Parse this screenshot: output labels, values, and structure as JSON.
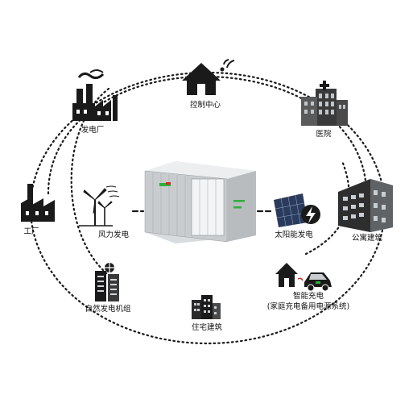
{
  "nodes": {
    "control_center": {
      "label": "控制中心"
    },
    "power_plant": {
      "label": "发电厂"
    },
    "hospital": {
      "label": "医院"
    },
    "factory": {
      "label": "工厂"
    },
    "wind_power": {
      "label": "风力发电"
    },
    "solar_power": {
      "label": "太阳能发电"
    },
    "apartment": {
      "label": "公寓建筑"
    },
    "natural_gen_cabinet": {
      "label": "自然发电机组"
    },
    "smart_charging": {
      "label": "智能充电",
      "sublabel": "(家庭充电备用电源系统)"
    },
    "residential": {
      "label": "住宅建筑"
    }
  },
  "colors": {
    "icon_dark": "#1a1a1a",
    "container_body": "#c9ccce",
    "container_green": "#2fae3c",
    "container_red": "#d22a22",
    "solar_blue": "#2a3b5c"
  }
}
